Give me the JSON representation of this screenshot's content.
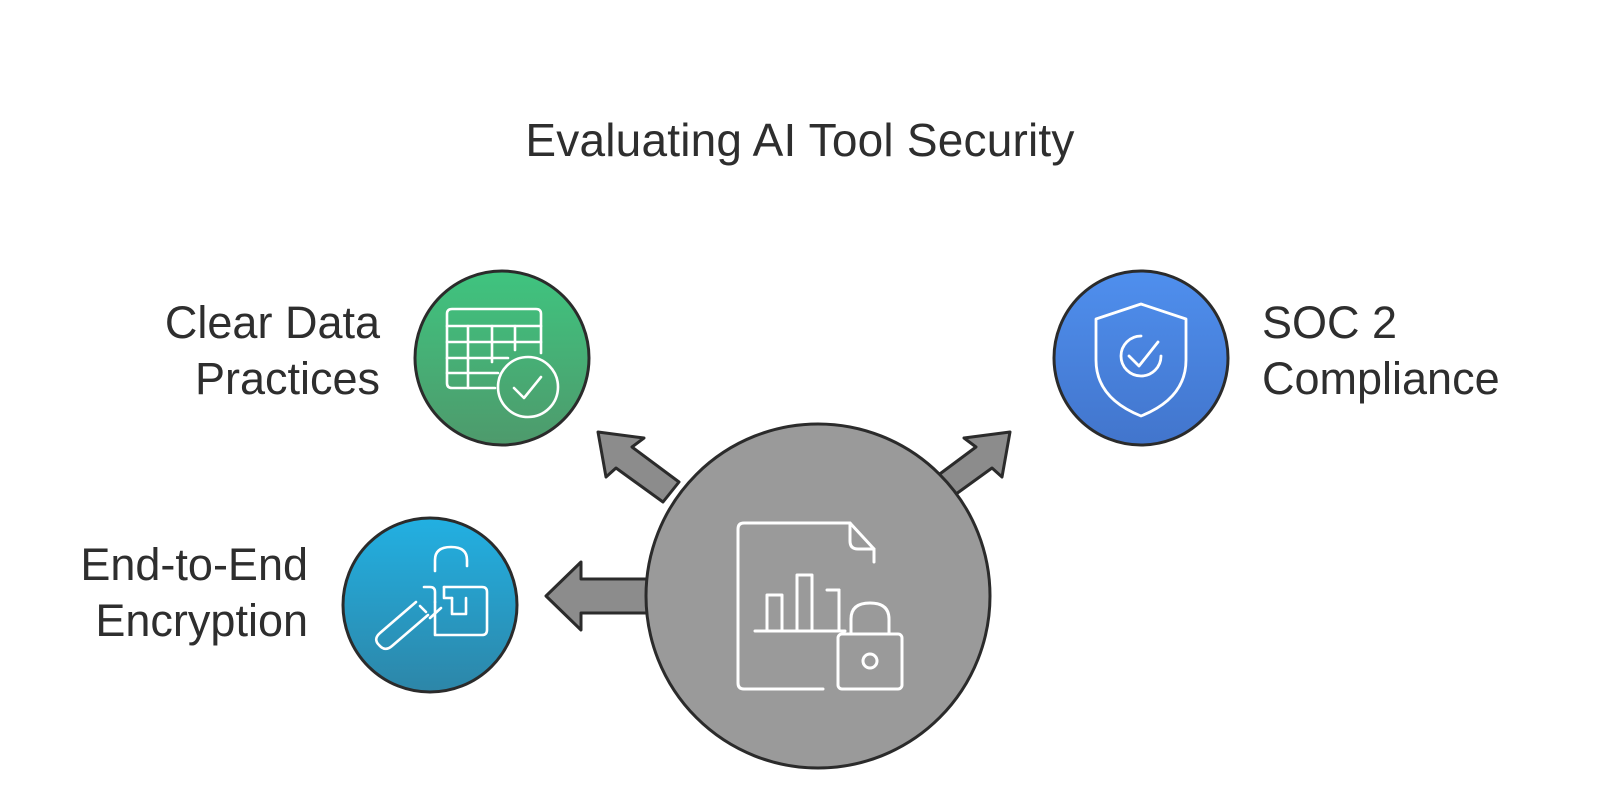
{
  "title": "Evaluating AI Tool Security",
  "nodes": {
    "center": {
      "icon": "document-chart-lock-icon",
      "color": "#9a9a9a"
    },
    "clear_data": {
      "line1": "Clear Data",
      "line2": "Practices",
      "icon": "table-check-icon",
      "color_top": "#3fc47f",
      "color_bottom": "#4e9a6c"
    },
    "encryption": {
      "line1": "End-to-End",
      "line2": "Encryption",
      "icon": "key-padlock-icon",
      "color_top": "#22b0e2",
      "color_bottom": "#2d86a8"
    },
    "soc2": {
      "line1": "SOC 2",
      "line2": "Compliance",
      "icon": "shield-check-icon",
      "color_top": "#4f8fee",
      "color_bottom": "#4275cc"
    }
  },
  "colors": {
    "arrow": "#8c8c8c",
    "outline": "#2b2b2b"
  }
}
